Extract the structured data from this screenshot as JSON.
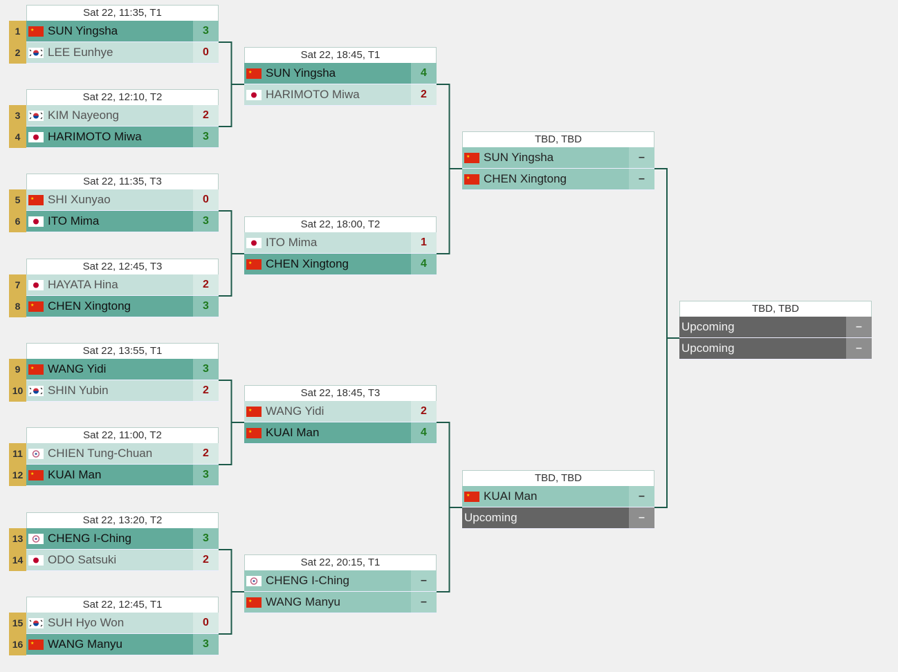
{
  "colors": {
    "connector": "#1d5a4a",
    "seed": "#d9b552",
    "winner": "#62ab9b",
    "loser": "#c5e0da",
    "upcoming": "#646464"
  },
  "rounds": [
    [
      {
        "header": "Sat 22, 11:35, T1",
        "players": [
          {
            "seed": "1",
            "flag": "cn",
            "name": "SUN Yingsha",
            "score": "3",
            "state": "win"
          },
          {
            "seed": "2",
            "flag": "kr",
            "name": "LEE Eunhye",
            "score": "0",
            "state": "lose"
          }
        ]
      },
      {
        "header": "Sat 22, 12:10, T2",
        "players": [
          {
            "seed": "3",
            "flag": "kr",
            "name": "KIM Nayeong",
            "score": "2",
            "state": "lose"
          },
          {
            "seed": "4",
            "flag": "jp",
            "name": "HARIMOTO Miwa",
            "score": "3",
            "state": "win"
          }
        ]
      },
      {
        "header": "Sat 22, 11:35, T3",
        "players": [
          {
            "seed": "5",
            "flag": "cn",
            "name": "SHI Xunyao",
            "score": "0",
            "state": "lose"
          },
          {
            "seed": "6",
            "flag": "jp",
            "name": "ITO Mima",
            "score": "3",
            "state": "win"
          }
        ]
      },
      {
        "header": "Sat 22, 12:45, T3",
        "players": [
          {
            "seed": "7",
            "flag": "jp",
            "name": "HAYATA Hina",
            "score": "2",
            "state": "lose"
          },
          {
            "seed": "8",
            "flag": "cn",
            "name": "CHEN Xingtong",
            "score": "3",
            "state": "win"
          }
        ]
      },
      {
        "header": "Sat 22, 13:55, T1",
        "players": [
          {
            "seed": "9",
            "flag": "cn",
            "name": "WANG Yidi",
            "score": "3",
            "state": "win"
          },
          {
            "seed": "10",
            "flag": "kr",
            "name": "SHIN Yubin",
            "score": "2",
            "state": "lose"
          }
        ]
      },
      {
        "header": "Sat 22, 11:00, T2",
        "players": [
          {
            "seed": "11",
            "flag": "tpe",
            "name": "CHIEN Tung-Chuan",
            "score": "2",
            "state": "lose"
          },
          {
            "seed": "12",
            "flag": "cn",
            "name": "KUAI Man",
            "score": "3",
            "state": "win"
          }
        ]
      },
      {
        "header": "Sat 22, 13:20, T2",
        "players": [
          {
            "seed": "13",
            "flag": "tpe",
            "name": "CHENG I-Ching",
            "score": "3",
            "state": "win"
          },
          {
            "seed": "14",
            "flag": "jp",
            "name": "ODO Satsuki",
            "score": "2",
            "state": "lose"
          }
        ]
      },
      {
        "header": "Sat 22, 12:45, T1",
        "players": [
          {
            "seed": "15",
            "flag": "kr",
            "name": "SUH Hyo Won",
            "score": "0",
            "state": "lose"
          },
          {
            "seed": "16",
            "flag": "cn",
            "name": "WANG Manyu",
            "score": "3",
            "state": "win"
          }
        ]
      }
    ],
    [
      {
        "header": "Sat 22, 18:45, T1",
        "players": [
          {
            "flag": "cn",
            "name": "SUN Yingsha",
            "score": "4",
            "state": "win"
          },
          {
            "flag": "jp",
            "name": "HARIMOTO Miwa",
            "score": "2",
            "state": "lose"
          }
        ]
      },
      {
        "header": "Sat 22, 18:00, T2",
        "players": [
          {
            "flag": "jp",
            "name": "ITO Mima",
            "score": "1",
            "state": "lose"
          },
          {
            "flag": "cn",
            "name": "CHEN Xingtong",
            "score": "4",
            "state": "win"
          }
        ]
      },
      {
        "header": "Sat 22, 18:45, T3",
        "players": [
          {
            "flag": "cn",
            "name": "WANG Yidi",
            "score": "2",
            "state": "lose"
          },
          {
            "flag": "cn",
            "name": "KUAI Man",
            "score": "4",
            "state": "win"
          }
        ]
      },
      {
        "header": "Sat 22, 20:15, T1",
        "players": [
          {
            "flag": "tpe",
            "name": "CHENG I-Ching",
            "score": "–",
            "state": "pend"
          },
          {
            "flag": "cn",
            "name": "WANG Manyu",
            "score": "–",
            "state": "pend"
          }
        ]
      }
    ],
    [
      {
        "header": "TBD, TBD",
        "players": [
          {
            "flag": "cn",
            "name": "SUN Yingsha",
            "score": "–",
            "state": "pend"
          },
          {
            "flag": "cn",
            "name": "CHEN Xingtong",
            "score": "–",
            "state": "pend"
          }
        ]
      },
      {
        "header": "TBD, TBD",
        "players": [
          {
            "flag": "cn",
            "name": "KUAI Man",
            "score": "–",
            "state": "pend"
          },
          {
            "name": "Upcoming",
            "score": "–",
            "state": "up"
          }
        ]
      }
    ],
    [
      {
        "header": "TBD, TBD",
        "players": [
          {
            "name": "Upcoming",
            "score": "–",
            "state": "up"
          },
          {
            "name": "Upcoming",
            "score": "–",
            "state": "up"
          }
        ]
      }
    ]
  ]
}
